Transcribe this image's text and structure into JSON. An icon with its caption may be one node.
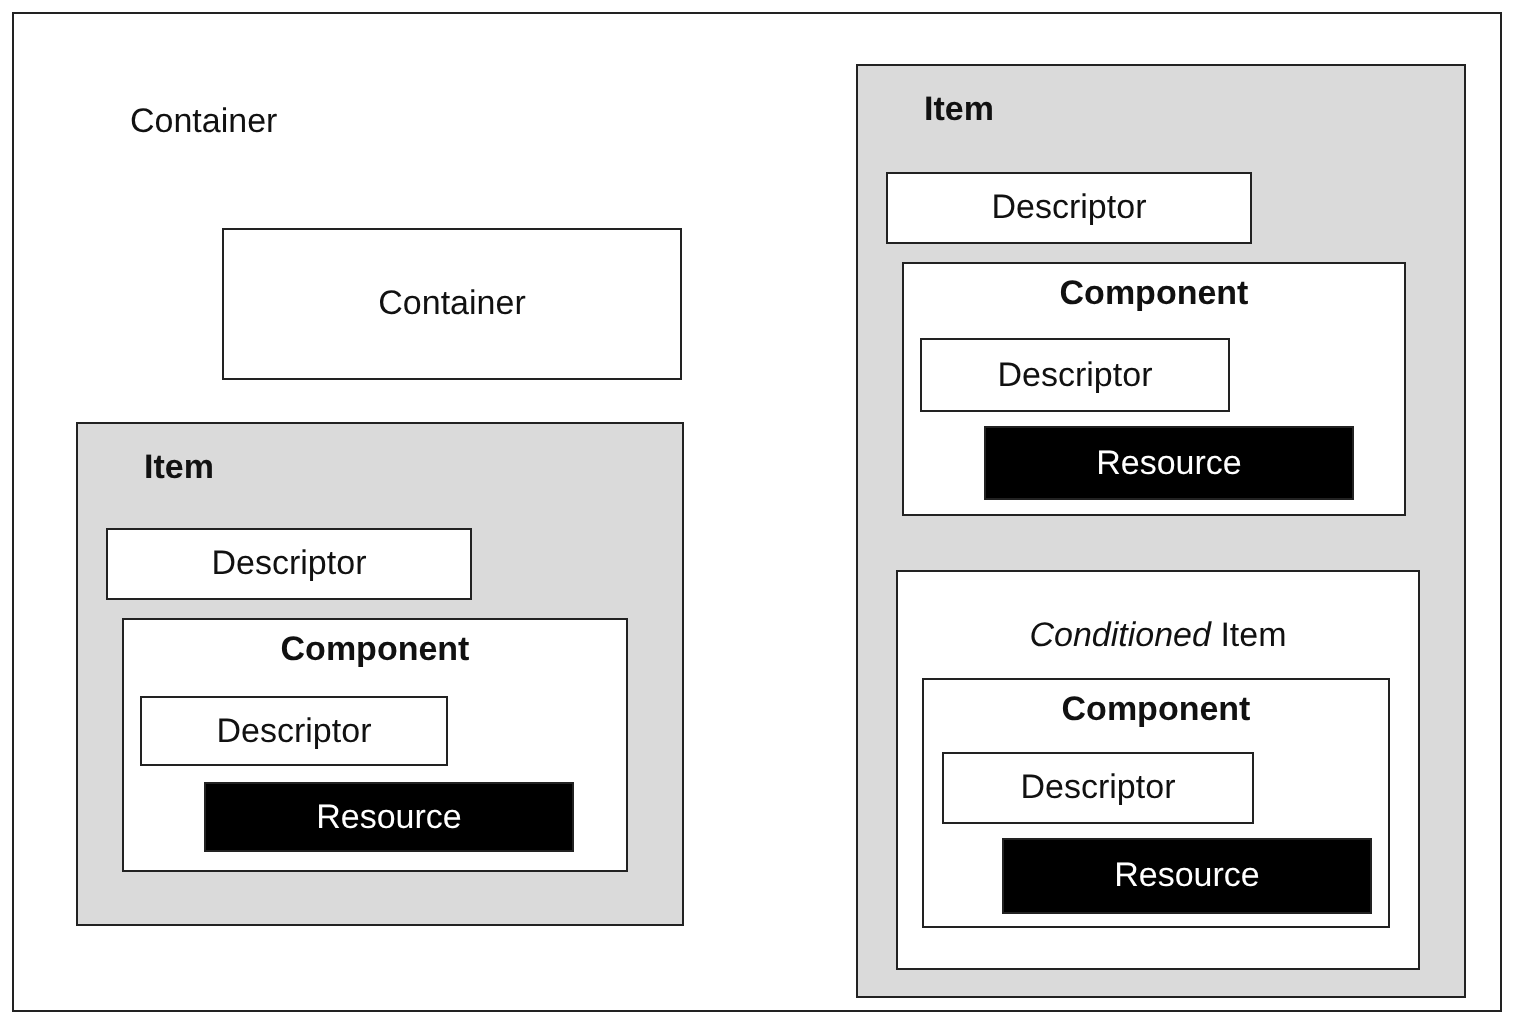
{
  "diagram": {
    "nodes": [
      {
        "text": [
          "Container"
        ]
      },
      {
        "text": [
          "Container"
        ],
        "in": 0
      },
      {
        "text": [
          "Item"
        ],
        "in": 0
      },
      {
        "text": [
          "Descriptor"
        ],
        "in": 2
      },
      {
        "text": [
          "Component"
        ],
        "in": 2
      },
      {
        "text": [
          "Descriptor"
        ],
        "in": 4
      },
      {
        "text": [
          "Resource"
        ],
        "in": 4
      },
      {
        "text": [
          "Item"
        ],
        "in": 0
      },
      {
        "text": [
          "Descriptor"
        ],
        "in": 7
      },
      {
        "text": [
          "Component"
        ],
        "in": 7
      },
      {
        "text": [
          "Descriptor"
        ],
        "in": 9
      },
      {
        "text": [
          "Resource"
        ],
        "in": 9
      },
      {
        "text": [
          "*Conditioned* Item"
        ],
        "in": 7
      },
      {
        "text": [
          "Component"
        ],
        "in": 12
      },
      {
        "text": [
          "Descriptor"
        ],
        "in": 13
      },
      {
        "text": [
          "Resource"
        ],
        "in": 13
      }
    ]
  }
}
